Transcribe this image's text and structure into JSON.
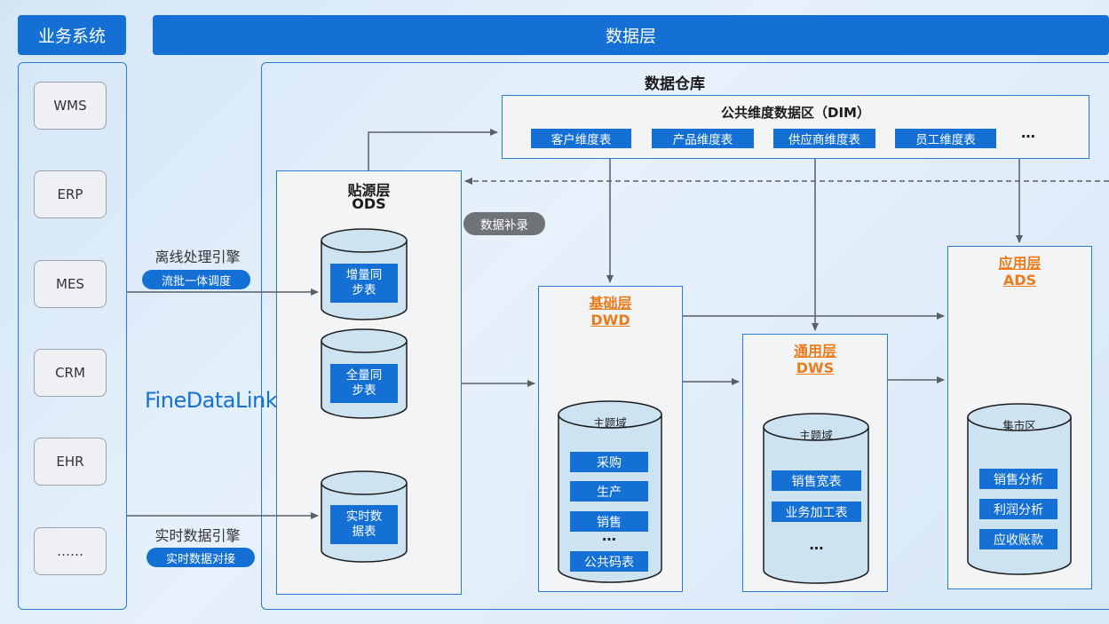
{
  "header": {
    "business_systems": "业务系统",
    "data_layer": "数据层"
  },
  "systems": [
    "WMS",
    "ERP",
    "MES",
    "CRM",
    "EHR",
    "……"
  ],
  "engines": {
    "offline_title": "离线处理引擎",
    "offline_pill": "流批一体调度",
    "realtime_title": "实时数据引擎",
    "realtime_pill": "实时数据对接",
    "brand": "FineDataLink"
  },
  "warehouse": {
    "title": "数据仓库",
    "dim": {
      "title": "公共维度数据区（DIM）",
      "tables": [
        "客户维度表",
        "产品维度表",
        "供应商维度表",
        "员工维度表"
      ],
      "more": "…"
    },
    "ods": {
      "title_cn": "贴源层",
      "title_en": "ODS",
      "cylinders": [
        "增量同步表",
        "全量同步表",
        "实时数据表"
      ]
    },
    "supplement": "数据补录",
    "dwd": {
      "title_cn": "基础层",
      "title_en": "DWD",
      "cyl_label": "主题域",
      "items": [
        "采购",
        "生产",
        "销售",
        "公共码表"
      ],
      "more": "…"
    },
    "dws": {
      "title_cn": "通用层",
      "title_en": "DWS",
      "cyl_label": "主题域",
      "items": [
        "销售宽表",
        "业务加工表"
      ],
      "more": "…"
    },
    "ads": {
      "title_cn": "应用层",
      "title_en": "ADS",
      "cyl_label": "集市区",
      "items": [
        "销售分析",
        "利润分析",
        "应收账款"
      ]
    }
  },
  "colors": {
    "primary": "#1570d6",
    "accent": "#ec7b1c",
    "gray_pill": "#6f7378"
  }
}
